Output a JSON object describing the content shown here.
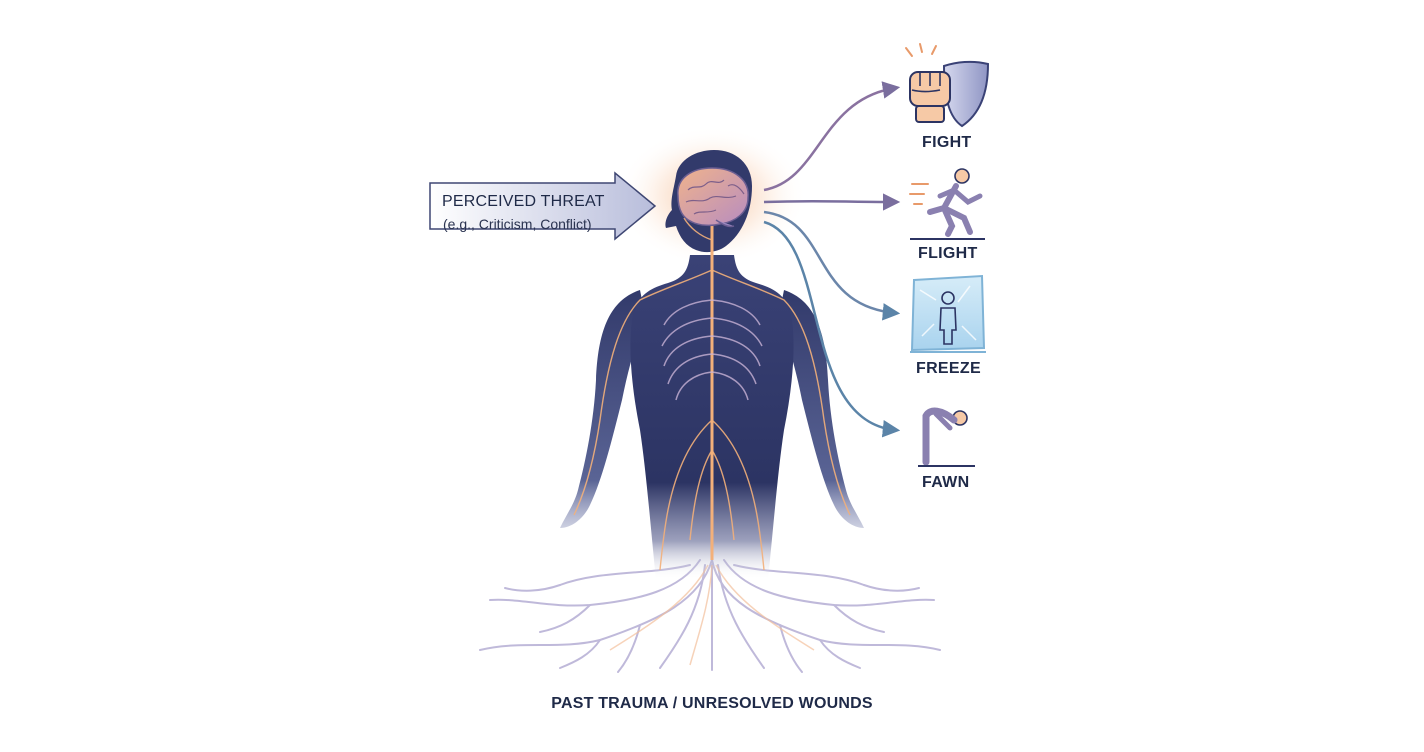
{
  "threat": {
    "title": "PERCEIVED THREAT",
    "subtitle": "(e.g., Criticism, Conflict)"
  },
  "responses": [
    {
      "label": "FIGHT",
      "icon": "fist-shield-icon"
    },
    {
      "label": "FLIGHT",
      "icon": "running-person-icon"
    },
    {
      "label": "FREEZE",
      "icon": "frozen-person-icon"
    },
    {
      "label": "FAWN",
      "icon": "bowing-person-icon"
    }
  ],
  "roots": {
    "label": "PAST TRAUMA / UNRESOLVED WOUNDS"
  },
  "colors": {
    "body": "#2f3766",
    "nerves": "#f3b07a",
    "brain": "#e8a37c",
    "arrow_warm": "#9a7ca0",
    "arrow_cool": "#5b84a8",
    "text": "#1f2a48",
    "roots": "#b9b2d6"
  }
}
